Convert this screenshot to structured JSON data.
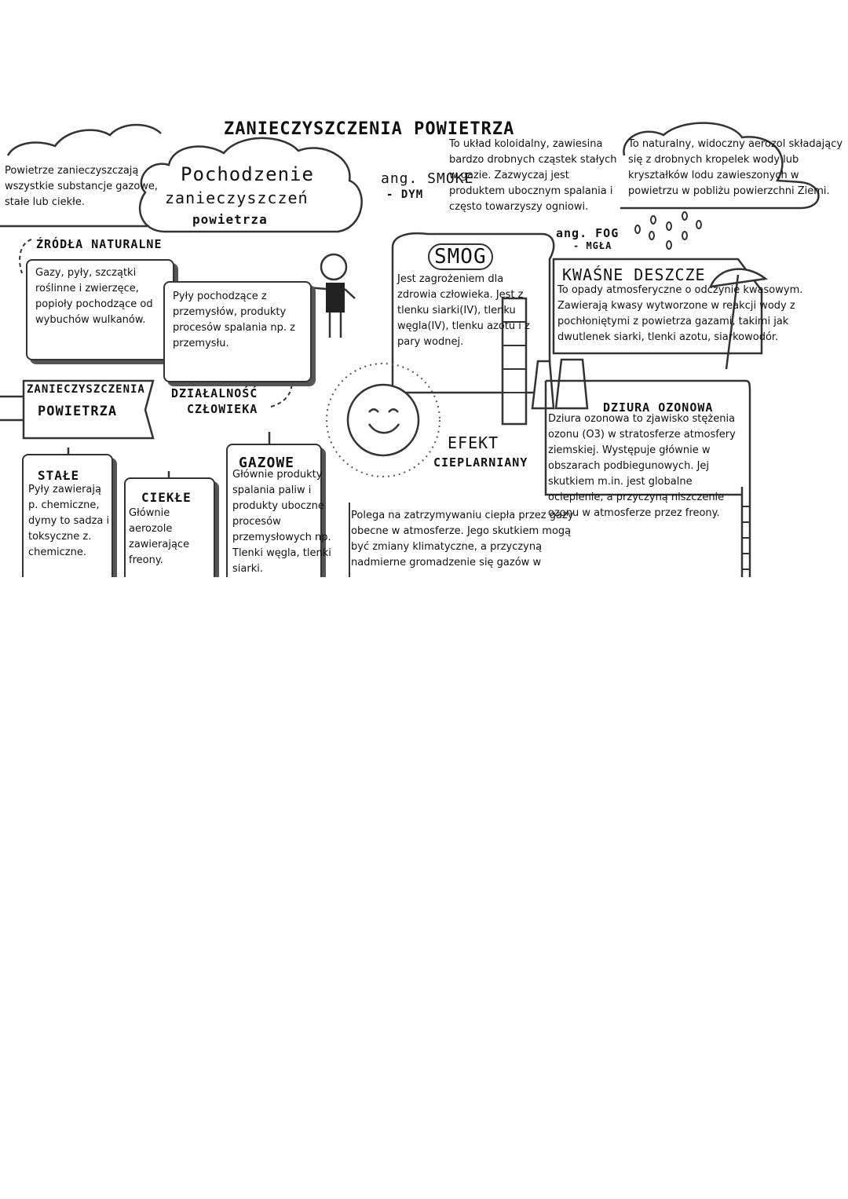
{
  "title": "ZANIECZYSZCZENIA POWIETRZA",
  "intro": "Powietrze zanieczyszczają wszystkie substancje gazowe, stałe lub ciekłe.",
  "origin_cloud": {
    "line1": "Pochodzenie",
    "line2": "zanieczyszczeń",
    "line3": "powietrza"
  },
  "natural_sources": {
    "heading": "ŹRÓDŁA NATURALNE",
    "text": "Gazy, pyły, szczątki roślinne i zwierzęce, popioły pochodzące od wybuchów wulkanów."
  },
  "human_activity": {
    "heading_line1": "DZIAŁALNOŚĆ",
    "heading_line2": "CZŁOWIEKA",
    "text": "Pyły pochodzące z przemysłów, produkty procesów spalania np. z przemysłu."
  },
  "smoke": {
    "label": "ang. SMOKE",
    "sublabel": "- DYM",
    "text": "To układ koloidalny, zawiesina bardzo drobnych cząstek stałych w gazie. Zazwyczaj jest produktem ubocznym spalania i często towarzyszy ogniowi."
  },
  "fog": {
    "label": "ang. FOG",
    "sublabel": "- MGŁA",
    "text": "To naturalny, widoczny aerozol składający się z drobnych kropelek wody lub kryształków lodu zawieszonych w powietrzu w pobliżu powierzchni Ziemi."
  },
  "smog": {
    "label": "SMOG",
    "text": "Jest zagrożeniem dla zdrowia człowieka. Jest z tlenku siarki(IV), tlenku węgla(IV), tlenku azotu i z pary wodnej."
  },
  "acid_rain": {
    "label": "KWAŚNE DESZCZE",
    "text": "To opady atmosferyczne o odczynie kwasowym. Zawierają kwasy wytworzone w reakcji wody z pochłoniętymi z powietrza gazami, takimi jak dwutlenek siarki, tlenki azotu, siarkowodór."
  },
  "types_banner": {
    "line1": "ZANIECZYSZCZENIA",
    "line2": "POWIETRZA"
  },
  "solid": {
    "label": "STAŁE",
    "text": "Pyły zawierają p. chemiczne, dymy to sadza i toksyczne z. chemiczne."
  },
  "liquid": {
    "label": "CIEKŁE",
    "text": "Głównie aerozole zawierające freony."
  },
  "gas": {
    "label": "GAZOWE",
    "text": "Głównie produkty spalania paliw i produkty uboczne procesów przemysłowych np. Tlenki węgla, tlenki siarki."
  },
  "greenhouse": {
    "label_line1": "EFEKT",
    "label_line2": "CIEPLARNIANY",
    "text": "Polega na zatrzymywaniu ciepła przez gazy obecne w atmosferze. Jego skutkiem mogą być zmiany klimatyczne, a przyczyną nadmierne gromadzenie się gazów w"
  },
  "ozone": {
    "label": "DZIURA OZONOWA",
    "text": "Dziura ozonowa to zjawisko stężenia ozonu (O3) w stratosferze atmosfery ziemskiej. Występuje głównie w obszarach podbiegunowych. Jej skutkiem m.in. jest globalne ocieplenie, a przyczyną niszczenie ozonu w atmosferze przez freony."
  }
}
